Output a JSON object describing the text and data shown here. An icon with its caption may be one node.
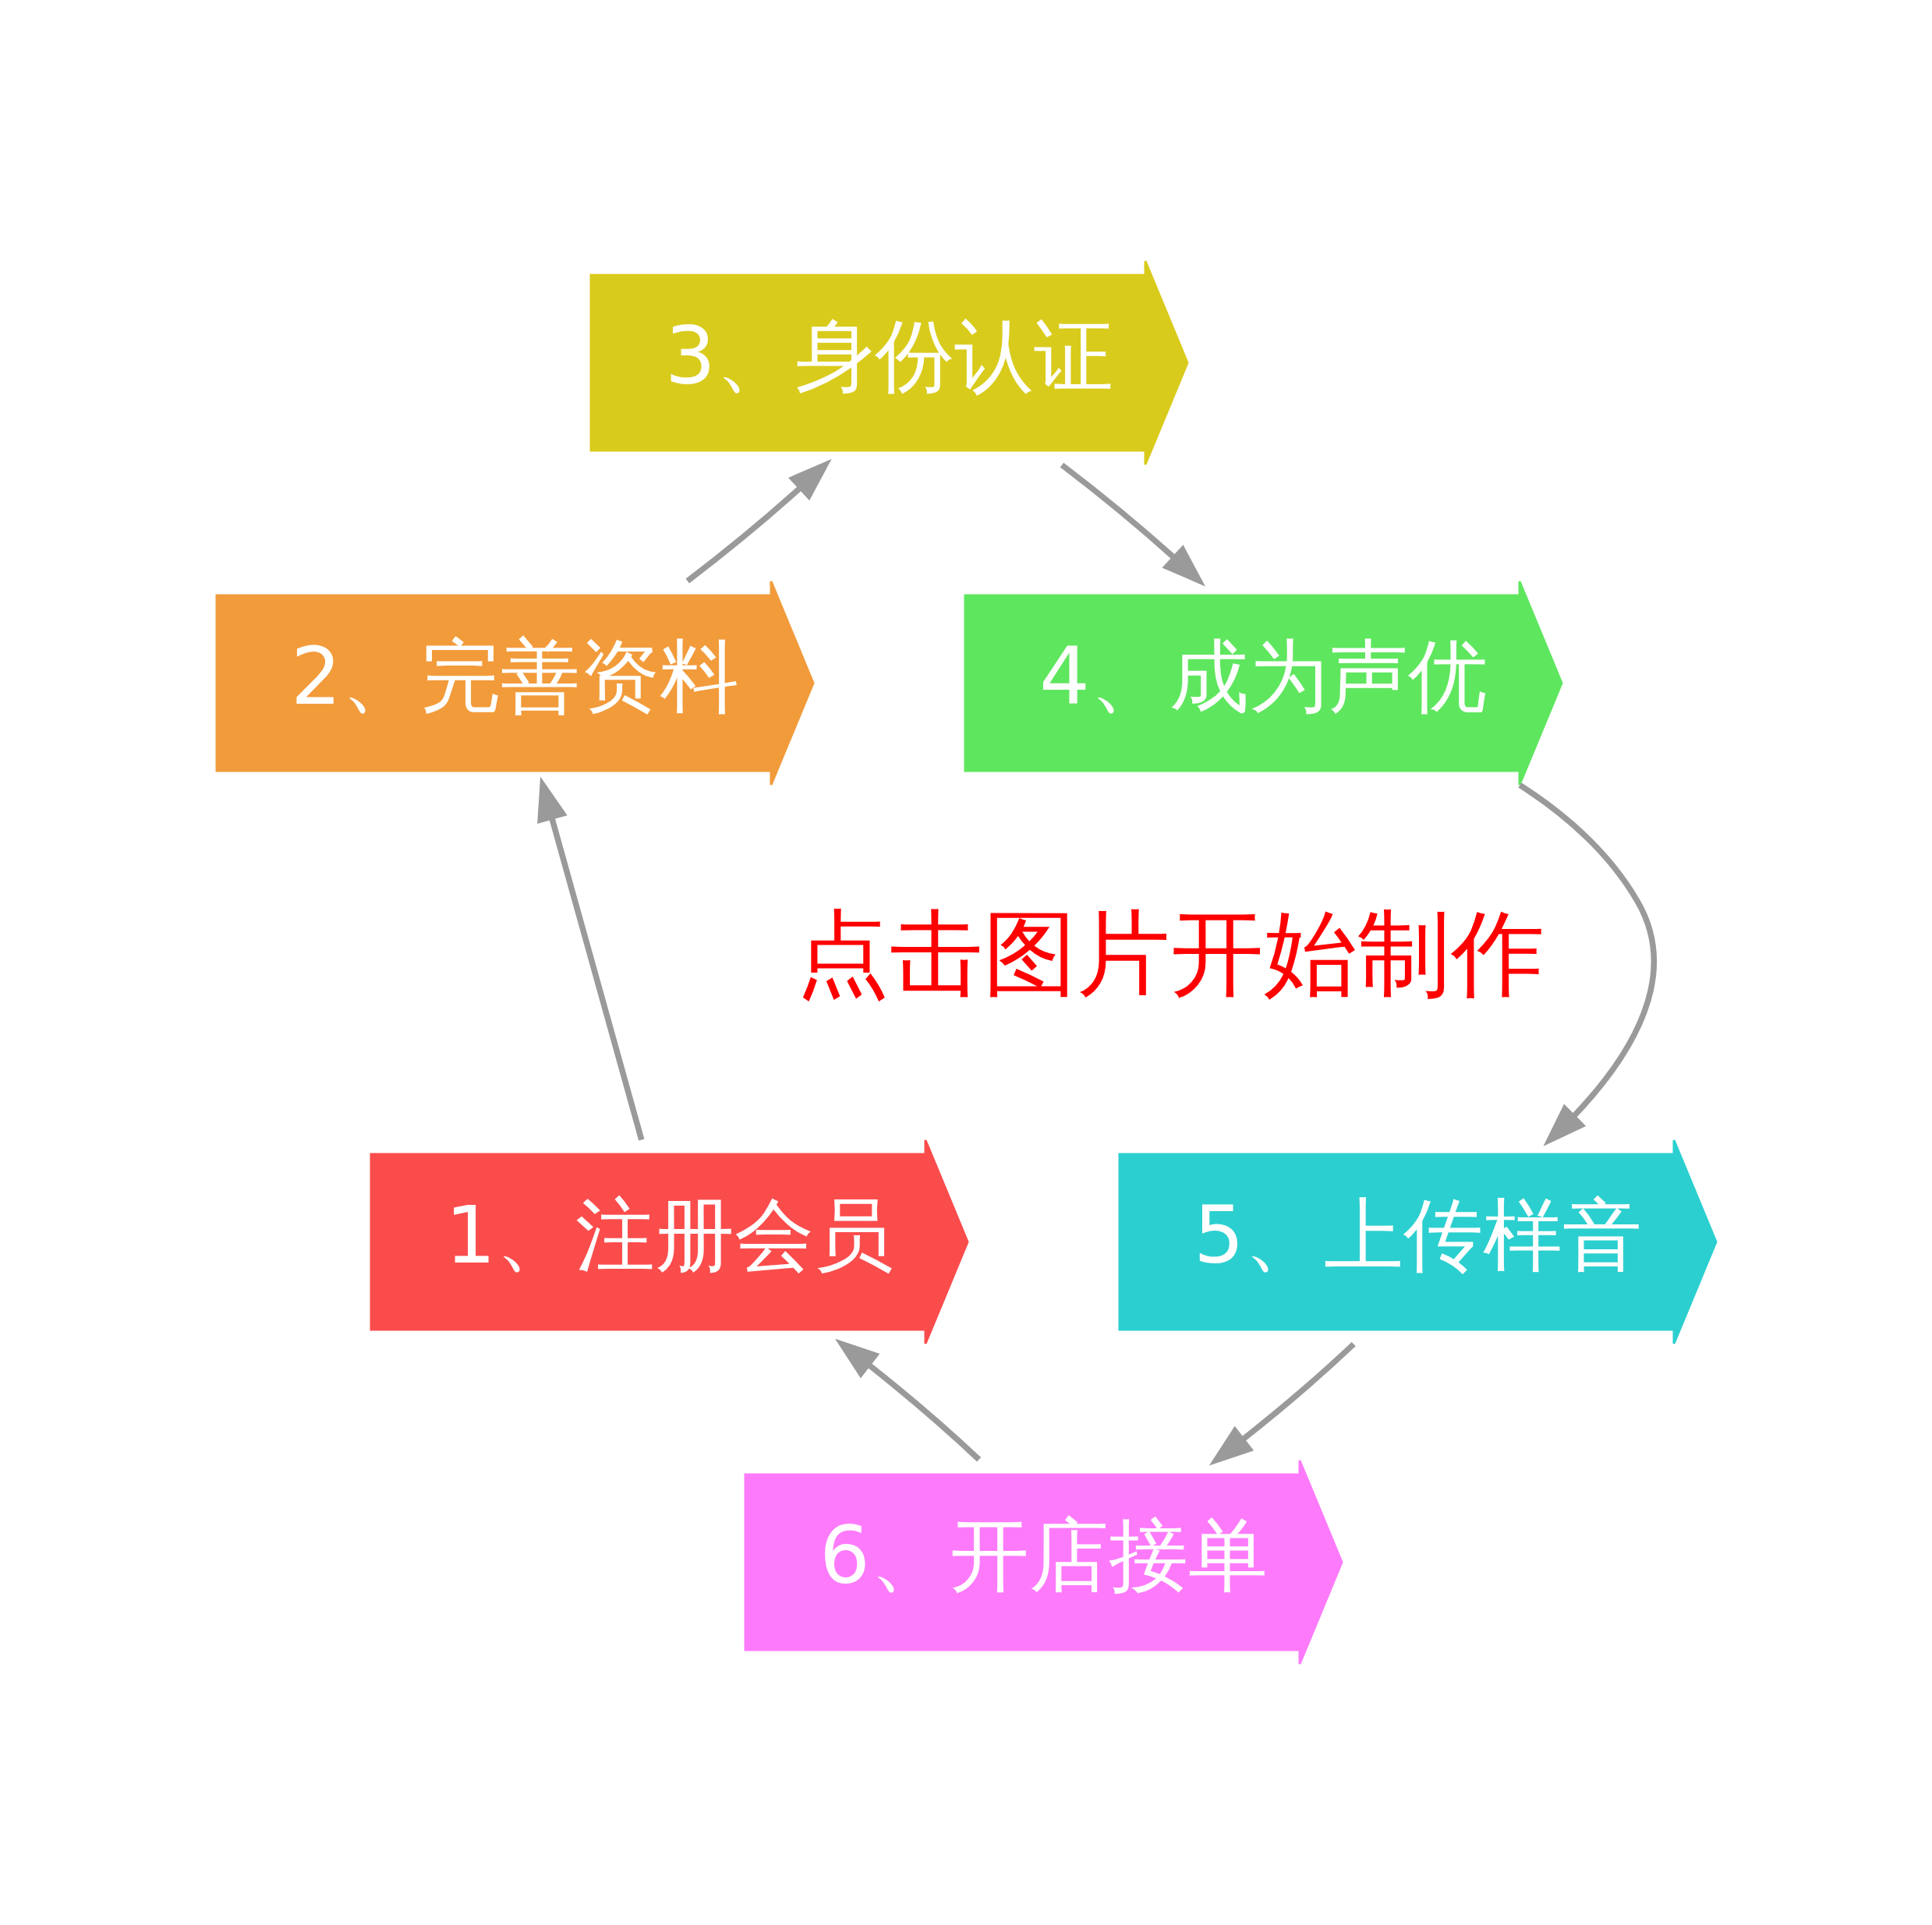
{
  "diagram": {
    "nodes": [
      {
        "text": [
          "1、注册会员"
        ]
      },
      {
        "text": [
          "2、完善资料"
        ]
      },
      {
        "text": [
          "3、身份认证"
        ]
      },
      {
        "text": [
          "4、成为声优"
        ]
      },
      {
        "text": [
          "5、上传样音"
        ]
      },
      {
        "text": [
          "6、开店接单"
        ]
      }
    ],
    "edges": [
      {
        "from": 0,
        "to": 1,
        "arrow": "to"
      },
      {
        "from": 1,
        "to": 2,
        "arrow": "to"
      },
      {
        "from": 2,
        "to": 3,
        "arrow": "to"
      },
      {
        "from": 3,
        "to": 4,
        "arrow": "to"
      },
      {
        "from": 4,
        "to": 5,
        "arrow": "to"
      },
      {
        "from": 5,
        "to": 0,
        "arrow": "to"
      }
    ],
    "labels": [
      "点击图片开始制作"
    ]
  }
}
